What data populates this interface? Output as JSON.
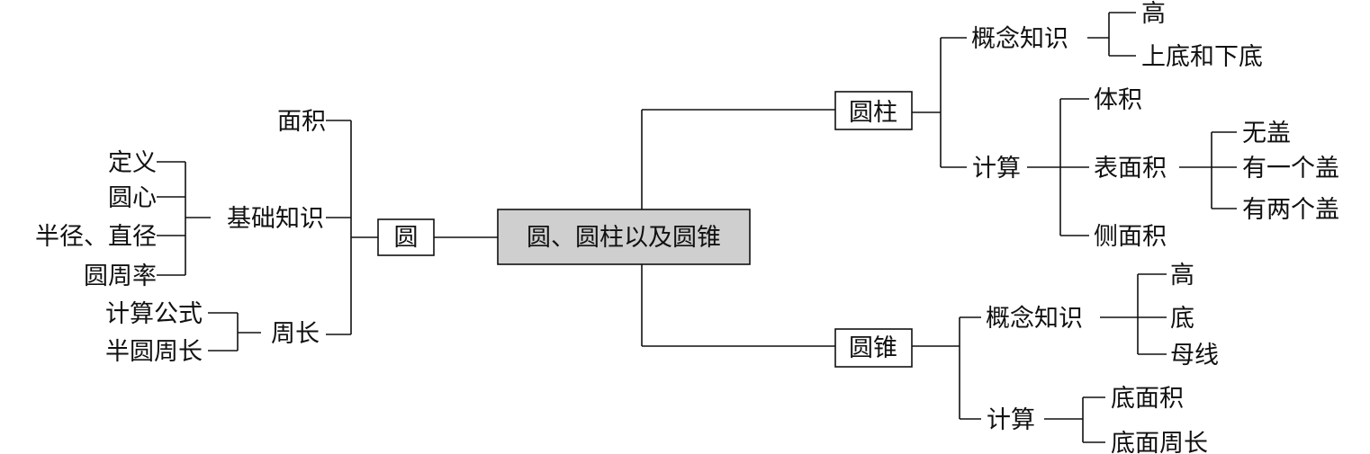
{
  "root": "圆、圆柱以及圆锥",
  "circle": {
    "label": "圆",
    "area": "面积",
    "basics": {
      "label": "基础知识",
      "items": [
        "定义",
        "圆心",
        "半径、直径",
        "圆周率"
      ]
    },
    "perimeter": {
      "label": "周长",
      "items": [
        "计算公式",
        "半圆周长"
      ]
    }
  },
  "cylinder": {
    "label": "圆柱",
    "concepts": {
      "label": "概念知识",
      "items": [
        "高",
        "上底和下底"
      ]
    },
    "calc": {
      "label": "计算",
      "volume": "体积",
      "surface": {
        "label": "表面积",
        "items": [
          "无盖",
          "有一个盖",
          "有两个盖"
        ]
      },
      "lateral": "侧面积"
    }
  },
  "cone": {
    "label": "圆锥",
    "concepts": {
      "label": "概念知识",
      "items": [
        "高",
        "底",
        "母线"
      ]
    },
    "calc": {
      "label": "计算",
      "items": [
        "底面积",
        "底面周长"
      ]
    }
  }
}
